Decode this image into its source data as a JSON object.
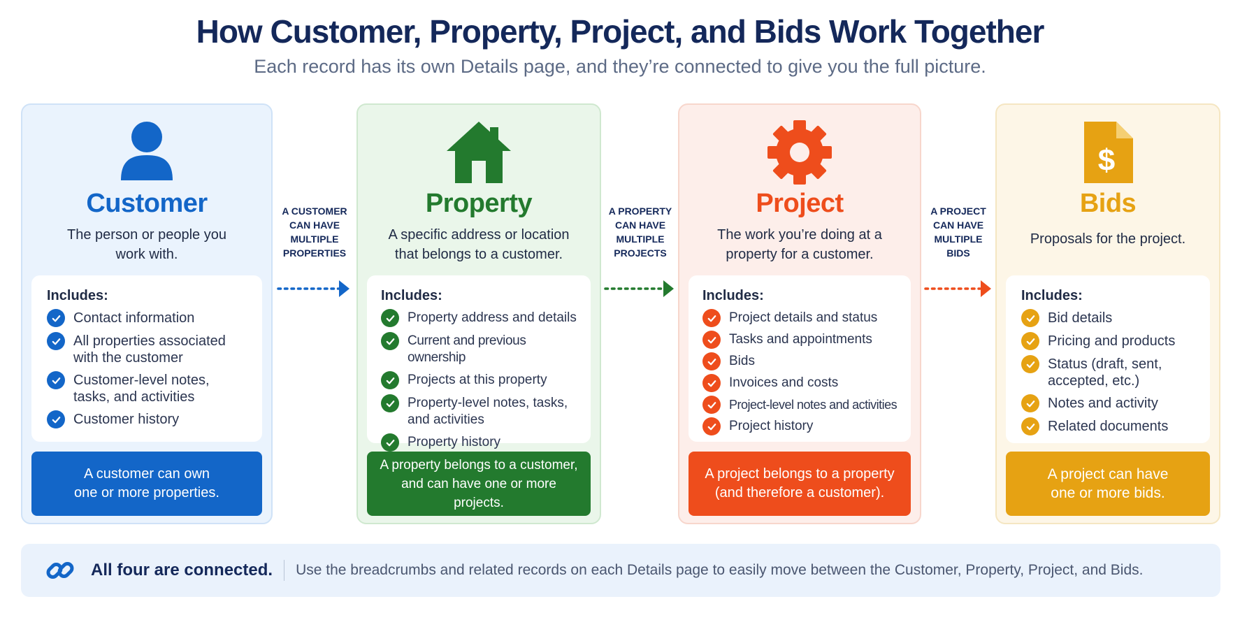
{
  "header": {
    "title": "How Customer, Property, Project, and Bids Work Together",
    "subtitle": "Each record has its own Details page, and they’re connected to give you the full picture."
  },
  "cards": [
    {
      "name": "Customer",
      "icon": "person-icon",
      "color": "#1366c8",
      "description": [
        "The person or people you",
        "work with."
      ],
      "includes_title": "Includes:",
      "includes": [
        "Contact information",
        "All properties associated with the customer",
        "Customer-level notes, tasks, and activities",
        "Customer history"
      ],
      "footer": [
        "A customer can own",
        "one or more properties."
      ]
    },
    {
      "name": "Property",
      "icon": "house-icon",
      "color": "#237a2e",
      "description": [
        "A specific address or location",
        "that belongs to a customer."
      ],
      "includes_title": "Includes:",
      "includes": [
        "Property address and details",
        "Current and previous ownership",
        "Projects at this property",
        "Property-level notes, tasks, and activities",
        "Property history"
      ],
      "footer": [
        "A property belongs to a customer,",
        "and can have one or more projects."
      ]
    },
    {
      "name": "Project",
      "icon": "gear-icon",
      "color": "#ee4d1c",
      "description": [
        "The work you’re doing at a",
        "property for a customer."
      ],
      "includes_title": "Includes:",
      "includes": [
        "Project details and status",
        "Tasks and appointments",
        "Bids",
        "Invoices and costs",
        "Project-level notes and activities",
        "Project history"
      ],
      "footer": [
        "A project belongs to a property",
        "(and therefore a customer)."
      ]
    },
    {
      "name": "Bids",
      "icon": "dollar-document-icon",
      "color": "#e6a213",
      "description": [
        "Proposals for the project."
      ],
      "includes_title": "Includes:",
      "includes": [
        "Bid details",
        "Pricing and products",
        "Status (draft, sent, accepted, etc.)",
        "Notes and activity",
        "Related documents"
      ],
      "footer": [
        "A project can have",
        "one or more bids."
      ]
    }
  ],
  "connectors": [
    {
      "lines": [
        "A CUSTOMER",
        "CAN HAVE",
        "MULTIPLE",
        "PROPERTIES"
      ],
      "color": "#1366c8"
    },
    {
      "lines": [
        "A PROPERTY",
        "CAN HAVE",
        "MULTIPLE",
        "PROJECTS"
      ],
      "color": "#237a2e"
    },
    {
      "lines": [
        "A PROJECT",
        "CAN HAVE",
        "MULTIPLE",
        "BIDS"
      ],
      "color": "#ee4d1c"
    }
  ],
  "bottom": {
    "icon": "link-icon",
    "bold": "All four are connected.",
    "text": "Use the breadcrumbs and related records on each Details page to easily move between the Customer, Property, Project, and Bids."
  }
}
